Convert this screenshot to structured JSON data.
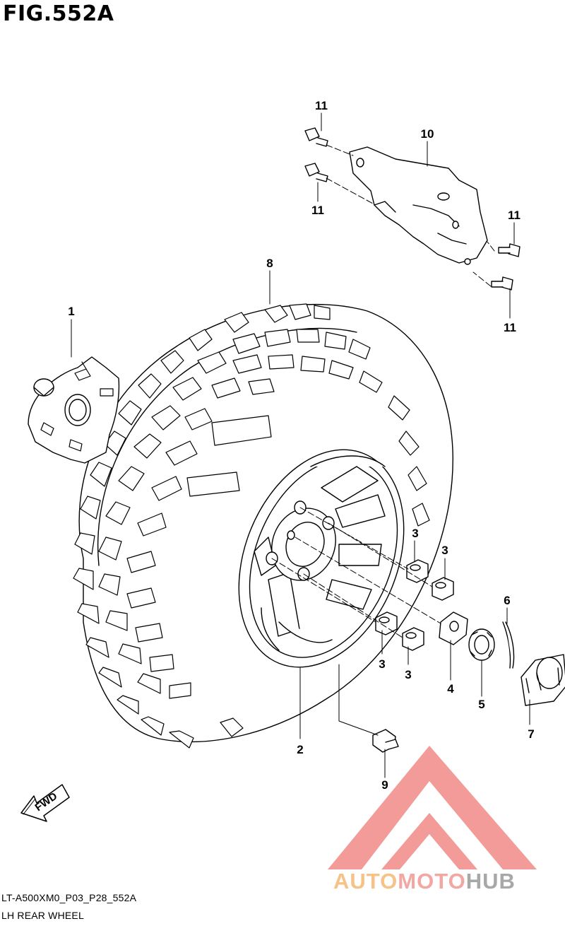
{
  "figure": {
    "title": "FIG.552A"
  },
  "footer": {
    "code": "LT-A500XM0_P03_P28_552A",
    "subtitle": "LH REAR WHEEL"
  },
  "fwd": {
    "label": "FWD"
  },
  "watermark": {
    "part1": "AUTO",
    "part2": "MOTO",
    "part3": "HUB",
    "colors": {
      "auto": "#f6c287",
      "moto": "#f2a7a2",
      "hub": "#a8a8a8",
      "logo": "#f08a86"
    }
  },
  "callouts": [
    {
      "id": "c-1",
      "label": "1"
    },
    {
      "id": "c-2",
      "label": "2"
    },
    {
      "id": "c-3a",
      "label": "3"
    },
    {
      "id": "c-3b",
      "label": "3"
    },
    {
      "id": "c-3c",
      "label": "3"
    },
    {
      "id": "c-3d",
      "label": "3"
    },
    {
      "id": "c-4",
      "label": "4"
    },
    {
      "id": "c-5",
      "label": "5"
    },
    {
      "id": "c-6",
      "label": "6"
    },
    {
      "id": "c-7",
      "label": "7"
    },
    {
      "id": "c-8",
      "label": "8"
    },
    {
      "id": "c-9",
      "label": "9"
    },
    {
      "id": "c-10",
      "label": "10"
    },
    {
      "id": "c-11a",
      "label": "11"
    },
    {
      "id": "c-11b",
      "label": "11"
    },
    {
      "id": "c-11c",
      "label": "11"
    },
    {
      "id": "c-11d",
      "label": "11"
    }
  ]
}
